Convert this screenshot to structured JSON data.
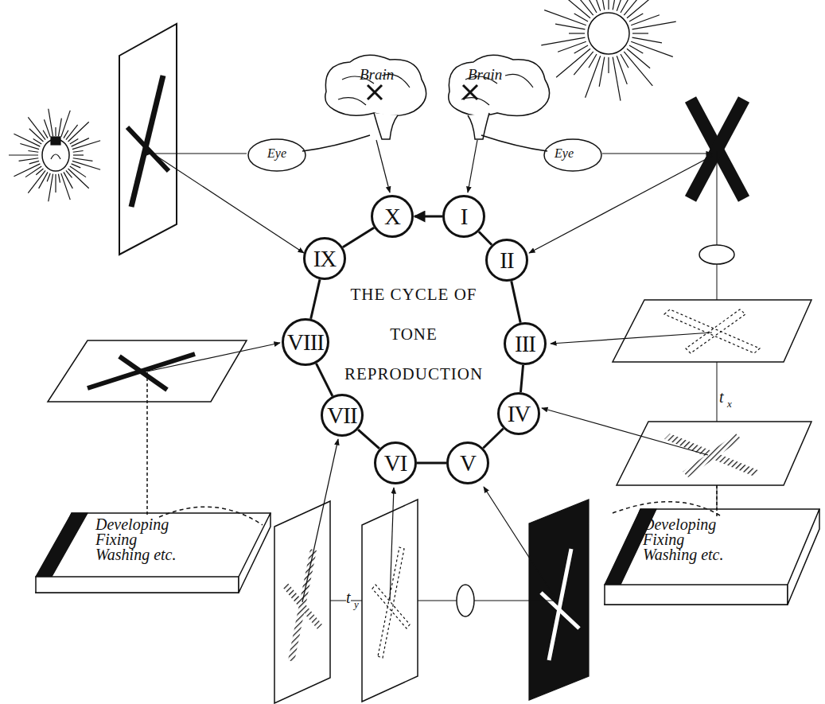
{
  "diagram": {
    "nodes": [
      {
        "text": [
          "I"
        ]
      },
      {
        "text": [
          "II"
        ]
      },
      {
        "text": [
          "III"
        ]
      },
      {
        "text": [
          "IV"
        ]
      },
      {
        "text": [
          "V"
        ]
      },
      {
        "text": [
          "VI"
        ]
      },
      {
        "text": [
          "VII"
        ]
      },
      {
        "text": [
          "VIII"
        ]
      },
      {
        "text": [
          "IX"
        ]
      },
      {
        "text": [
          "X"
        ]
      },
      {
        "text": [
          "Developing Fixing Washing etc."
        ]
      },
      {
        "text": [
          "Developing Fixing Washing etc."
        ]
      }
    ],
    "edges": [
      {
        "from": 0,
        "to": 1,
        "arrow": "none"
      },
      {
        "from": 1,
        "to": 2,
        "arrow": "none"
      },
      {
        "from": 2,
        "to": 3,
        "arrow": "none"
      },
      {
        "from": 3,
        "to": 4,
        "arrow": "none"
      },
      {
        "from": 4,
        "to": 5,
        "arrow": "none"
      },
      {
        "from": 5,
        "to": 6,
        "arrow": "none"
      },
      {
        "from": 6,
        "to": 7,
        "arrow": "none"
      },
      {
        "from": 7,
        "to": 8,
        "arrow": "none"
      },
      {
        "from": 8,
        "to": 9,
        "arrow": "none"
      },
      {
        "from": 0,
        "to": 9,
        "arrow": "to"
      }
    ],
    "labels": [
      "THE CYCLE OF TONE REPRODUCTION",
      "Brain",
      "Brain",
      "Eye",
      "Eye",
      "t",
      "x",
      "t",
      "y"
    ]
  }
}
